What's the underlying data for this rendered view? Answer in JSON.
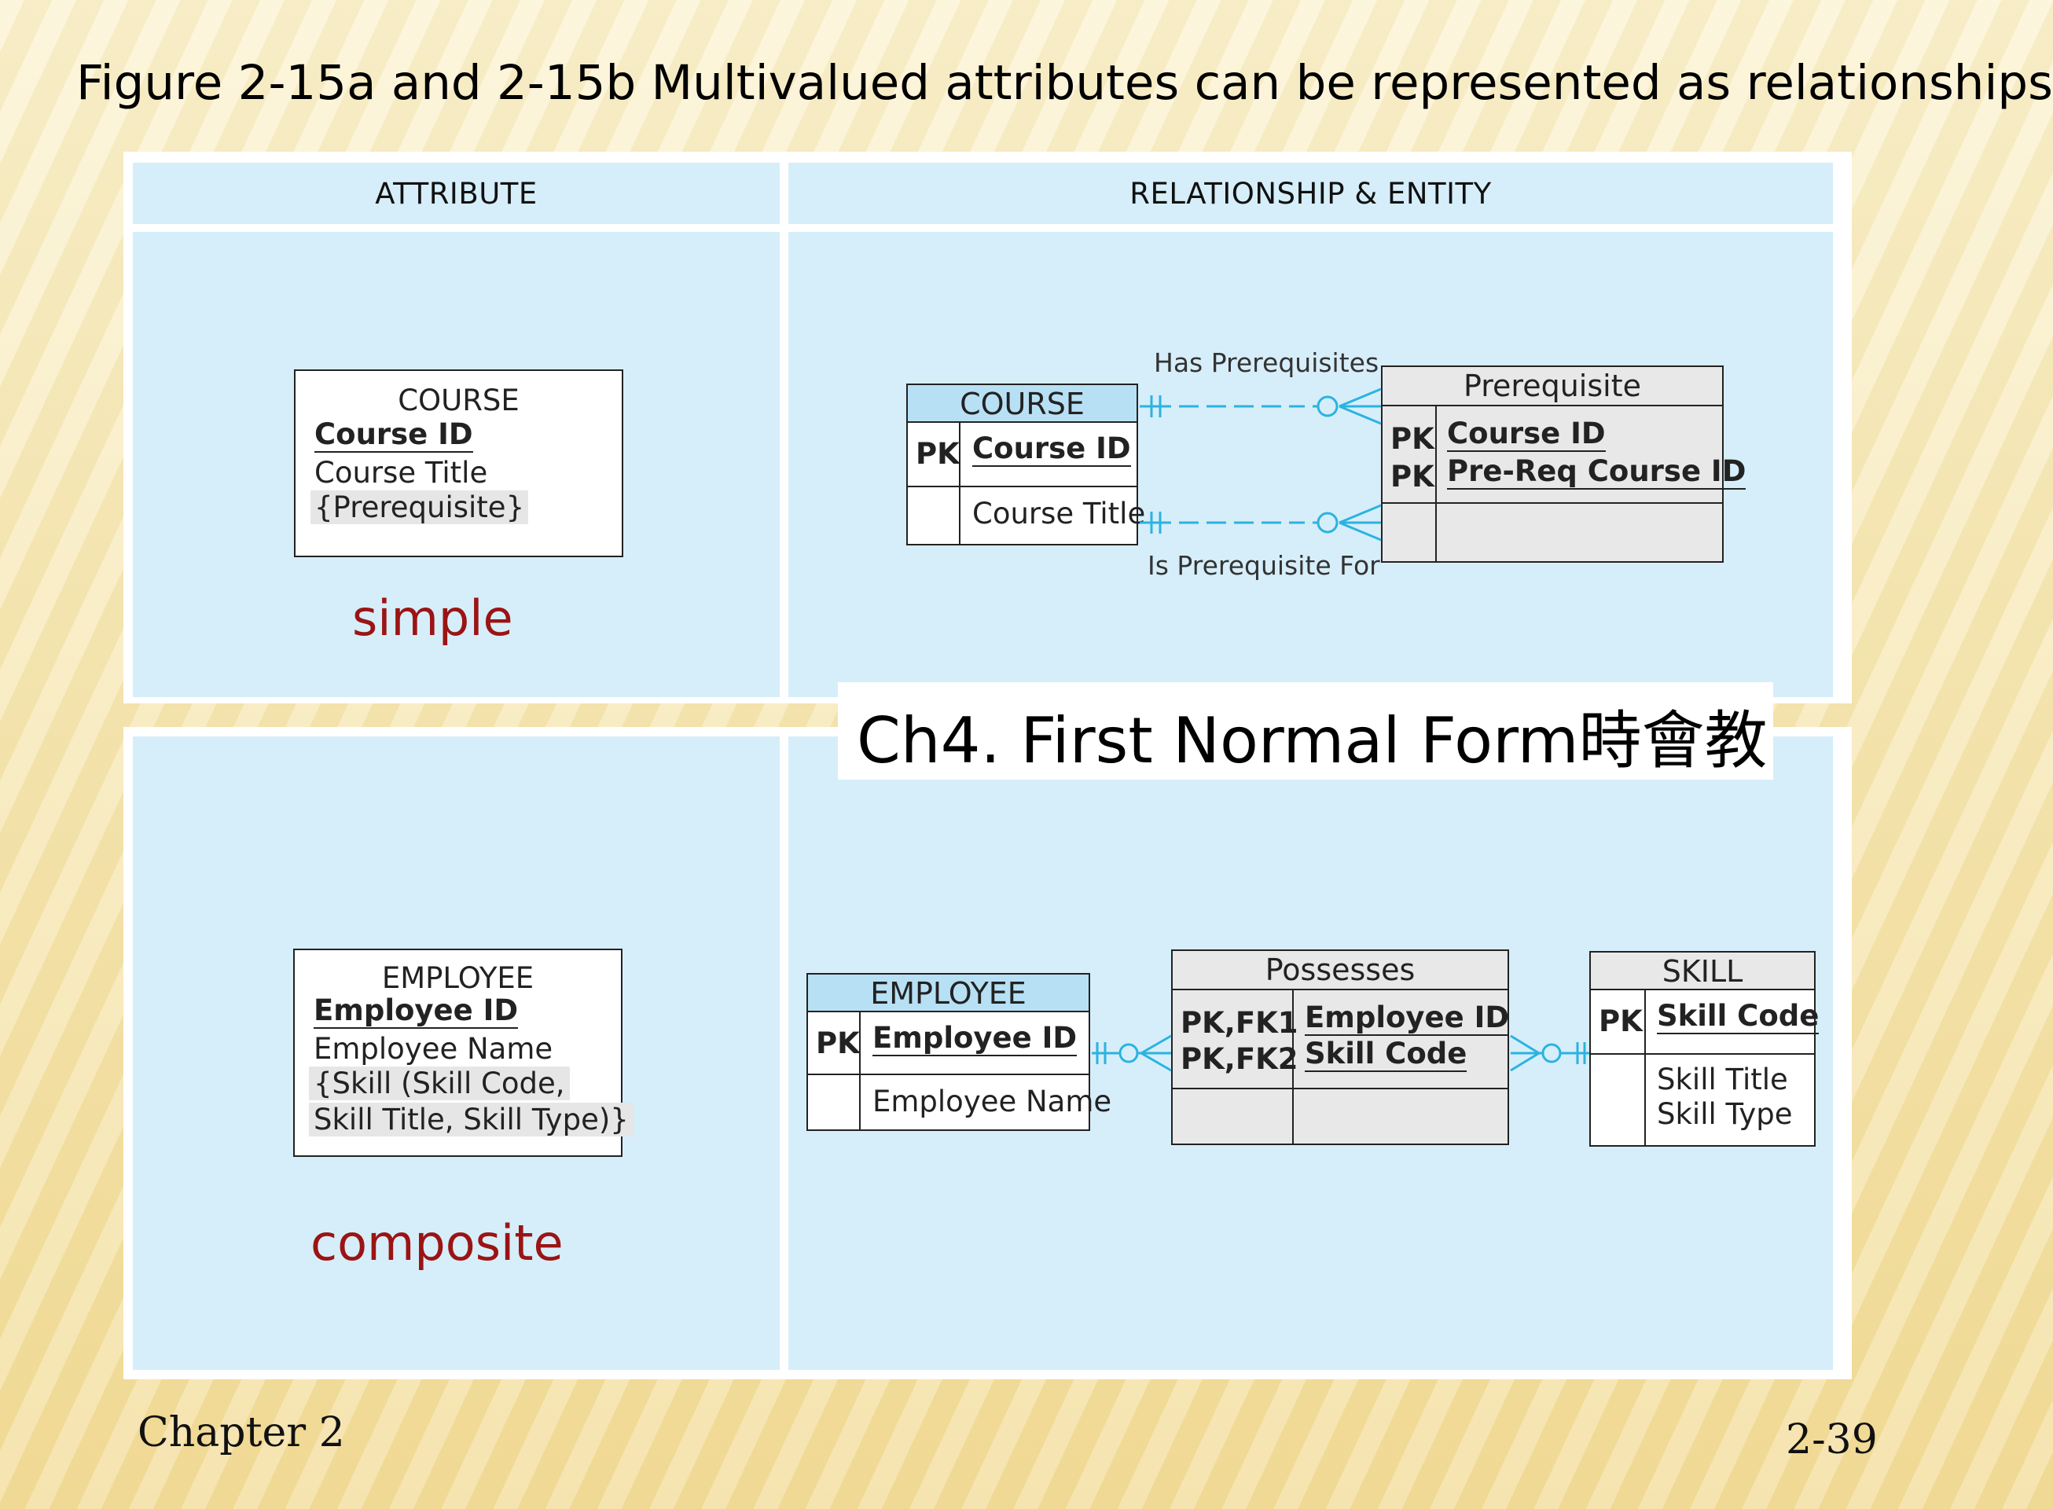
{
  "slide": {
    "title": "Figure 2-15a and 2-15b Multivalued attributes can be represented as relationships",
    "stamp": "Ch4. First Normal Form時會教",
    "footer_left": "Chapter 2",
    "footer_right": "2-39"
  },
  "headers": {
    "attribute": "ATTRIBUTE",
    "relationship": "RELATIONSHIP & ENTITY"
  },
  "simple": {
    "label": "simple",
    "entity": {
      "title": "COURSE",
      "id": "Course ID",
      "attr1": "Course Title",
      "attr2": "{Prerequisite}"
    },
    "course": {
      "title": "COURSE",
      "pk": "PK",
      "pk_attr": "Course ID",
      "attr": "Course Title"
    },
    "prereq": {
      "title": "Prerequisite",
      "pk1": "PK",
      "pk1_attr": "Course ID",
      "pk2": "PK",
      "pk2_attr": "Pre-Req Course ID"
    },
    "rel_top": "Has Prerequisites",
    "rel_bottom": "Is Prerequisite For"
  },
  "composite": {
    "label": "composite",
    "entity": {
      "title": "EMPLOYEE",
      "id": "Employee ID",
      "attr1": "Employee Name",
      "attr2": "{Skill (Skill Code,",
      "attr3": "Skill Title, Skill Type)}"
    },
    "employee": {
      "title": "EMPLOYEE",
      "pk": "PK",
      "pk_attr": "Employee ID",
      "attr": "Employee Name"
    },
    "possesses": {
      "title": "Possesses",
      "pk1": "PK,FK1",
      "pk1_attr": "Employee ID",
      "pk2": "PK,FK2",
      "pk2_attr": "Skill Code"
    },
    "skill": {
      "title": "SKILL",
      "pk": "PK",
      "pk_attr": "Skill Code",
      "attr1": "Skill Title",
      "attr2": "Skill Type"
    }
  },
  "colors": {
    "panel": "#d6eefa",
    "entity_header": "#b7e0f4",
    "assoc": "#e8e8e8",
    "connector": "#2bb3e0",
    "label_red": "#9b1414"
  }
}
